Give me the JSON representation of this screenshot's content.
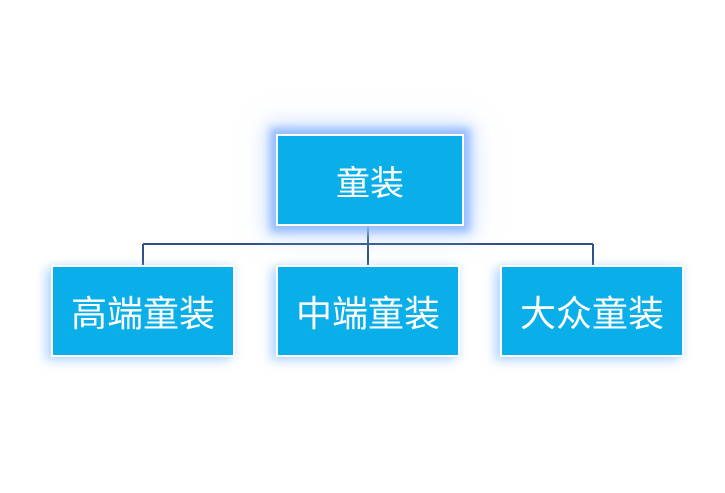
{
  "diagram": {
    "root": {
      "label": "童装"
    },
    "children": [
      {
        "label": "高端童装"
      },
      {
        "label": "中端童装"
      },
      {
        "label": "大众童装"
      }
    ]
  },
  "colors": {
    "node_fill": "#0aaee8",
    "node_border": "#ffffff",
    "connector": "#2f4f86",
    "glow": "#91b9ff"
  }
}
